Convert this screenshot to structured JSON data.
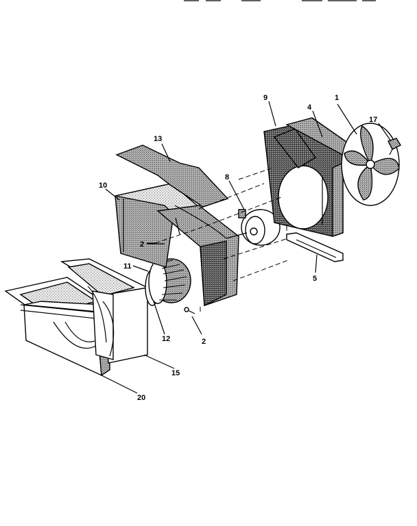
{
  "callouts": {
    "c1": "1",
    "c2a": "2",
    "c2b": "2",
    "c4": "4",
    "c5": "5",
    "c8": "8",
    "c9": "9",
    "c10": "10",
    "c11": "11",
    "c12": "12",
    "c13": "13",
    "c15": "15",
    "c17": "17",
    "c20": "20"
  }
}
